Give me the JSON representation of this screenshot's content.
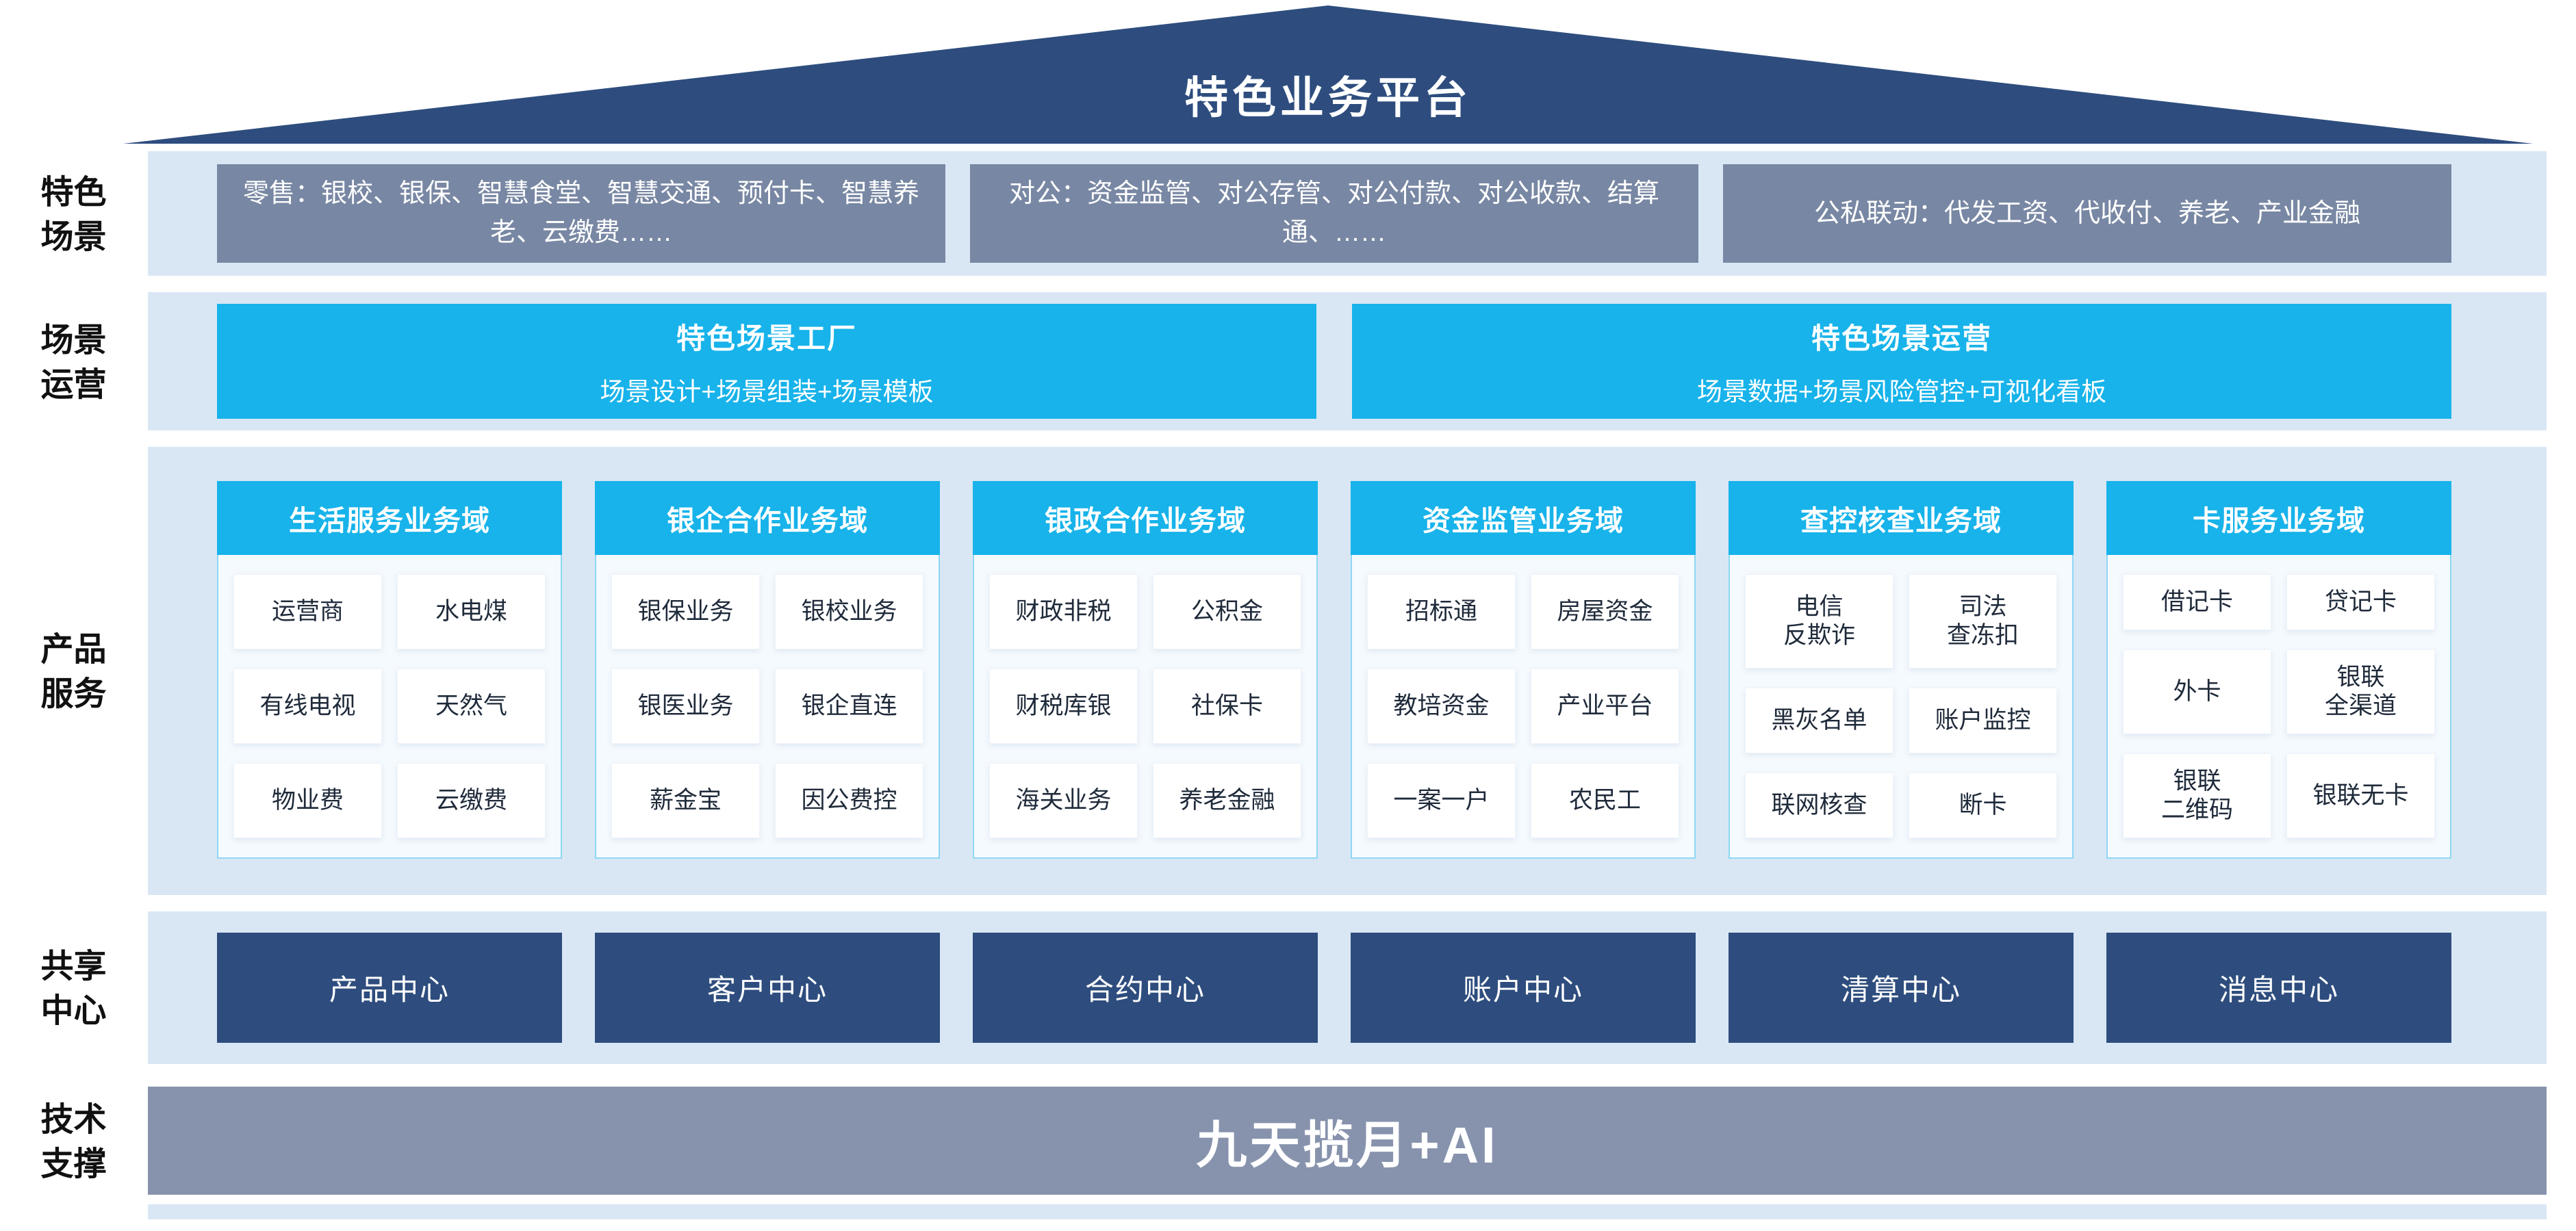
{
  "title": "特色业务平台",
  "colors": {
    "navy": "#2e4d7e",
    "cyan": "#17b3ea",
    "slate_gray": "#7887a3",
    "panel_blue": "#d9e7f5",
    "tech_bar": "#8793ad",
    "cell_bg": "#ffffff"
  },
  "side_labels": {
    "scenarios": "特色\n场景",
    "operations": "场景\n运营",
    "products": "产品\n服务",
    "shared": "共享\n中心",
    "tech": "技术\n支撑"
  },
  "scenarios": {
    "items": [
      "零售：银校、银保、智慧食堂、智慧交通、预付卡、智慧养老、云缴费……",
      "对公：资金监管、对公存管、对公付款、对公收款、结算通、……",
      "公私联动：代发工资、代收付、养老、产业金融"
    ]
  },
  "operations": {
    "items": [
      {
        "title": "特色场景工厂",
        "subtitle": "场景设计+场景组装+场景模板"
      },
      {
        "title": "特色场景运营",
        "subtitle": "场景数据+场景风险管控+可视化看板"
      }
    ]
  },
  "product_columns": [
    {
      "header": "生活服务业务域",
      "cells": [
        "运营商",
        "水电煤",
        "有线电视",
        "天然气",
        "物业费",
        "云缴费"
      ]
    },
    {
      "header": "银企合作业务域",
      "cells": [
        "银保业务",
        "银校业务",
        "银医业务",
        "银企直连",
        "薪金宝",
        "因公费控"
      ]
    },
    {
      "header": "银政合作业务域",
      "cells": [
        "财政非税",
        "公积金",
        "财税库银",
        "社保卡",
        "海关业务",
        "养老金融"
      ]
    },
    {
      "header": "资金监管业务域",
      "cells": [
        "招标通",
        "房屋资金",
        "教培资金",
        "产业平台",
        "一案一户",
        "农民工"
      ]
    },
    {
      "header": "查控核查业务域",
      "cells": [
        "电信\n反欺诈",
        "司法\n查冻扣",
        "黑灰名单",
        "账户监控",
        "联网核查",
        "断卡"
      ]
    },
    {
      "header": "卡服务业务域",
      "cells": [
        "借记卡",
        "贷记卡",
        "外卡",
        "银联\n全渠道",
        "银联\n二维码",
        "银联无卡"
      ]
    }
  ],
  "shared_centers": [
    "产品中心",
    "客户中心",
    "合约中心",
    "账户中心",
    "清算中心",
    "消息中心"
  ],
  "tech_support": "九天揽月+AI"
}
